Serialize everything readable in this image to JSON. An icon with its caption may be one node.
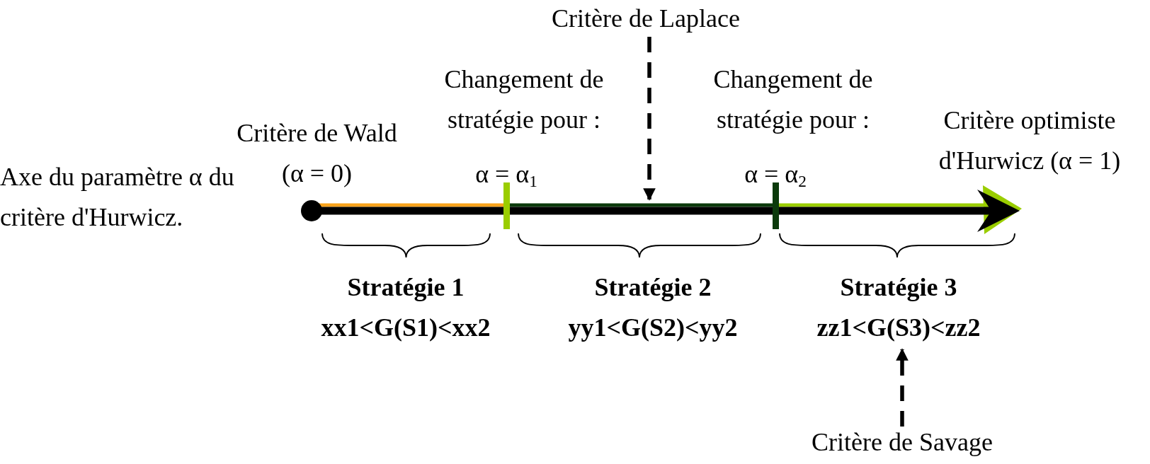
{
  "diagram": {
    "nodes": [
      {
        "text": [
          "Critère de Laplace"
        ]
      },
      {
        "text": [
          "Stratégie 1",
          "xx1<G(S1)<xx2"
        ]
      },
      {
        "text": [
          "Stratégie 2",
          "yy1<G(S2)<yy2"
        ]
      },
      {
        "text": [
          "Stratégie 3",
          "zz1<G(S3)<zz2"
        ]
      },
      {
        "text": [
          "Critère de Savage"
        ]
      }
    ],
    "edges": [
      {
        "from": 0,
        "to": null,
        "arrow": "to",
        "style": "dashed"
      },
      {
        "from": 4,
        "to": 3,
        "arrow": "to",
        "style": "dashed"
      }
    ],
    "labels": [
      "Critère de Wald (α = 0)",
      "Axe du paramètre α du critère d'Hurwicz.",
      "Changement de stratégie pour :",
      "α = α$_{1}$",
      "Changement de stratégie pour :",
      "α = α$_{2}$",
      "Critère optimiste d'Hurwicz (α = 1)"
    ]
  }
}
